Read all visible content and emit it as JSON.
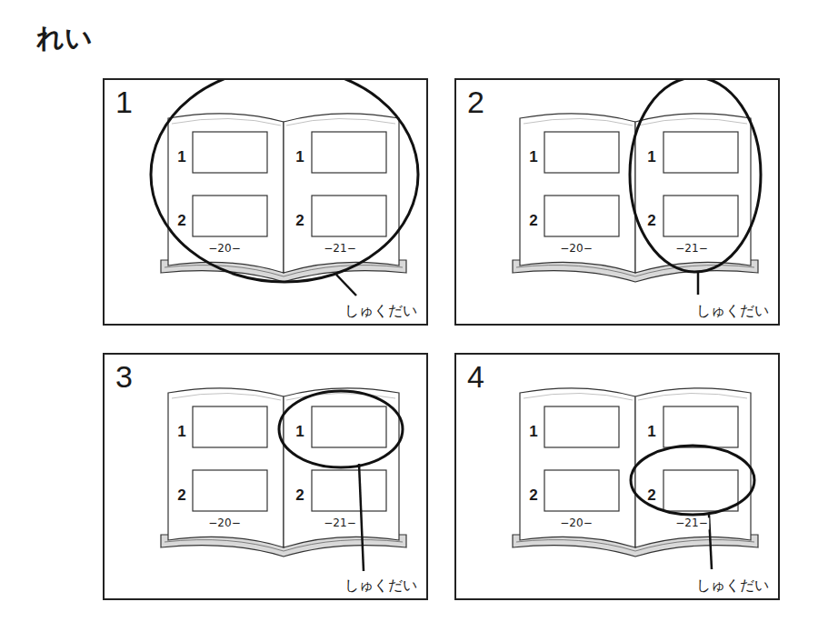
{
  "diagram": {
    "title": "れい",
    "nodes": [
      {
        "text": [
          "1"
        ]
      },
      {
        "text": [
          "2"
        ]
      },
      {
        "text": [
          "3"
        ]
      },
      {
        "text": [
          "4"
        ]
      }
    ],
    "labels": [
      "1",
      "1",
      "2",
      "2",
      "−20−",
      "−21−",
      "しゅくだい",
      "1",
      "1",
      "2",
      "2",
      "−20−",
      "−21−",
      "しゅくだい",
      "1",
      "1",
      "2",
      "2",
      "−20−",
      "−21−",
      "しゅくだい",
      "1",
      "1",
      "2",
      "2",
      "−20−",
      "−21−",
      "しゅくだい"
    ]
  }
}
